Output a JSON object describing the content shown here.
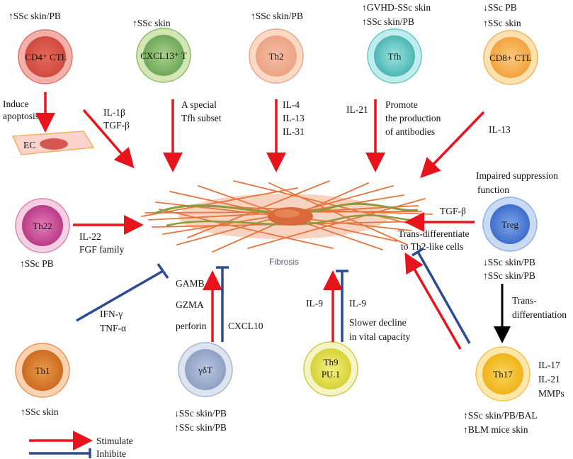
{
  "colors": {
    "stimulate": "#e8141b",
    "inhibite": "#2b4b94",
    "trans": "#000000",
    "fiber": "#e8743c",
    "fiber_green": "#8a9a3c"
  },
  "cells": {
    "cd4": {
      "label": "CD4⁺ CTL",
      "status": [
        "↑SSc skin/PB"
      ]
    },
    "cxcl13": {
      "label": "CXCL13⁺ T",
      "status": [
        "↑SSc skin"
      ]
    },
    "th2": {
      "label": "Th2",
      "status": [
        "↑SSc skin/PB"
      ]
    },
    "tfh": {
      "label": "Tfh",
      "status": [
        "↑GVHD-SSc skin",
        "↑SSc skin/PB"
      ]
    },
    "cd8": {
      "label": "CD8+ CTL",
      "status": [
        "↓SSc PB",
        "↑SSc skin"
      ]
    },
    "th22": {
      "label": "Th22",
      "status": [
        "↑SSc PB"
      ]
    },
    "treg": {
      "label": "Treg",
      "status_top": [
        "Impaired suppression",
        "function"
      ],
      "status": [
        "↓SSc skin/PB",
        "↑SSc skin/PB"
      ]
    },
    "th1": {
      "label": "Th1",
      "status": [
        "↑SSc skin"
      ]
    },
    "gdt": {
      "label": "γδT",
      "status": [
        "↓SSc skin/PB",
        "↑SSc skin/PB"
      ]
    },
    "th9": {
      "label": "Th9",
      "label2": "PU.1"
    },
    "th17": {
      "label": "Th17",
      "status": [
        "↑SSc skin/PB/BAL",
        "↑BLM mice skin"
      ]
    }
  },
  "ec": {
    "label": "EC"
  },
  "fibrosis": {
    "label": "Fibrosis"
  },
  "annotations": {
    "induce": [
      "Induce",
      "apoptosis"
    ],
    "il1b": [
      "IL-1β",
      "TGF-β"
    ],
    "special": [
      "A special",
      "Tfh subset"
    ],
    "th2_cyto": [
      "IL-4",
      "IL-13",
      "IL-31"
    ],
    "il21": "IL-21",
    "promote": [
      "Promote",
      "the production",
      "of antibodies"
    ],
    "il13": "IL-13",
    "il22": [
      "IL-22",
      "FGF family"
    ],
    "tgfb": "TGF-β",
    "transdiff_text": [
      "Trans-differentiate",
      "to Th2-like cells"
    ],
    "transdiff_arrow": [
      "Trans-",
      "differentiation"
    ],
    "ifn": [
      "IFN-γ",
      "TNF-α"
    ],
    "gdt_left": [
      "GAMB",
      "GZMA",
      "perforin"
    ],
    "cxcl10": "CXCL10",
    "il9_left": "IL-9",
    "il9_right": [
      "IL-9",
      "Slower decline",
      "in vital capacity"
    ],
    "th17_cyto": [
      "IL-17",
      "IL-21",
      "MMPs"
    ]
  },
  "legend": {
    "stimulate": "Stimulate",
    "inhibite": "Inhibite"
  }
}
